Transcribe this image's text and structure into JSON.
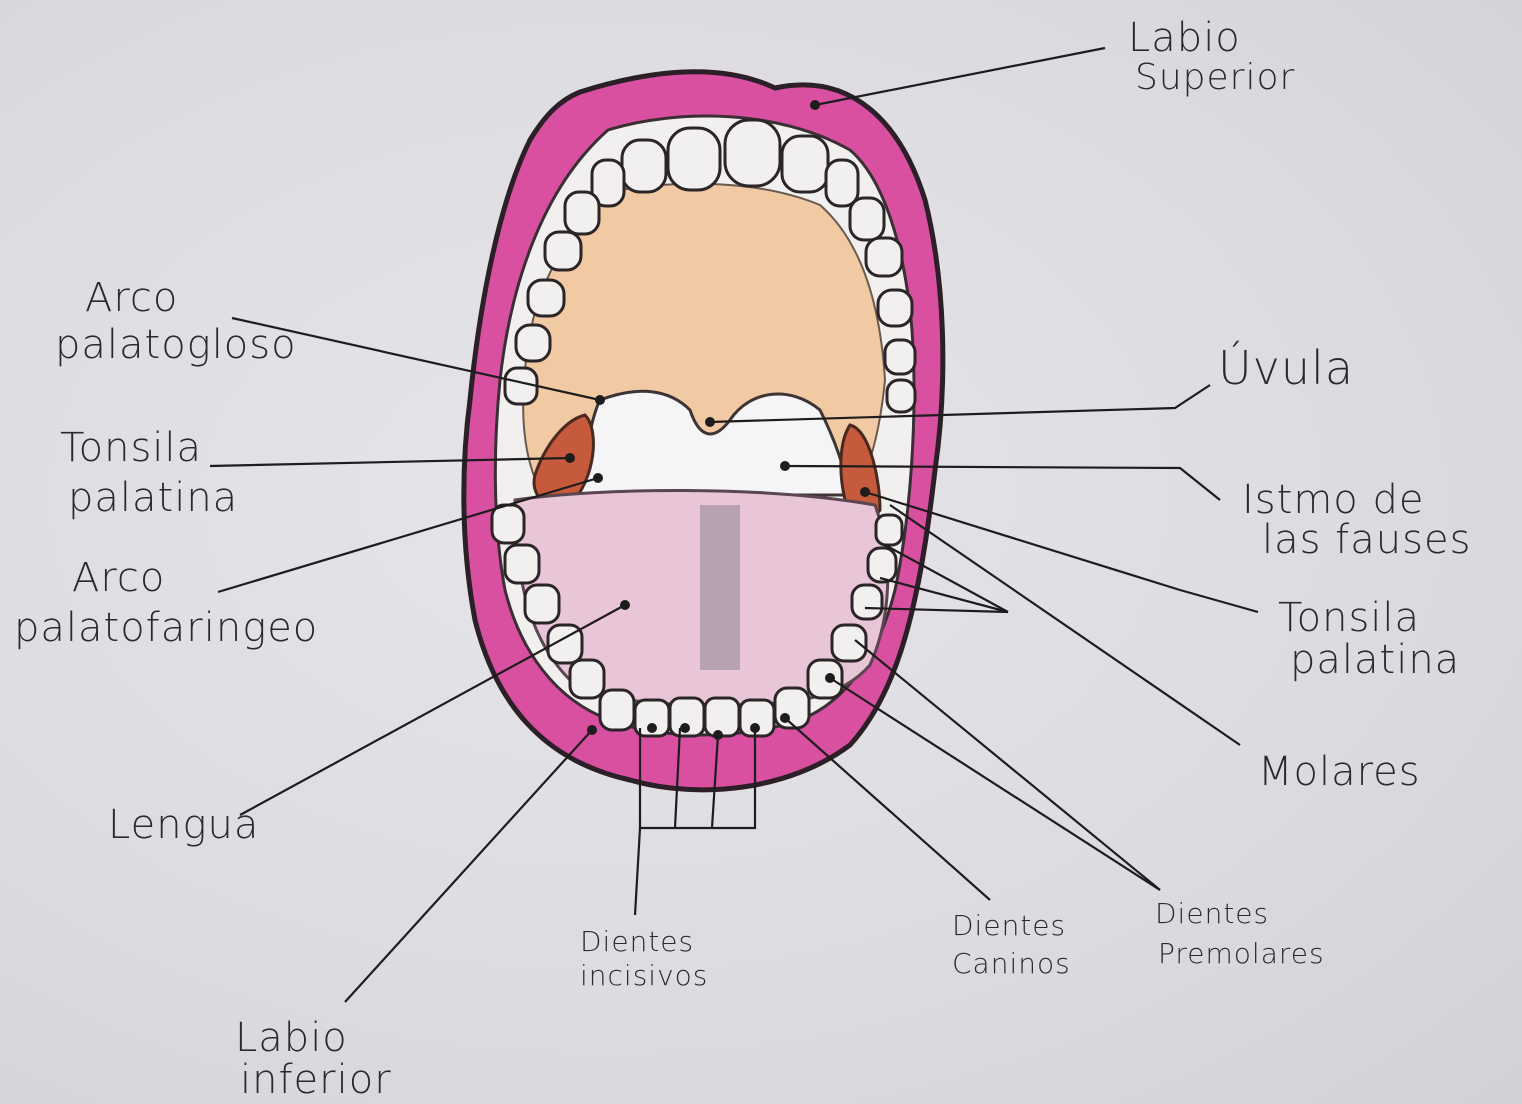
{
  "labels": {
    "labio_superior": [
      "Labio",
      "Superior"
    ],
    "arco_palatogloso": [
      "Arco",
      "palatogloso"
    ],
    "uvula": "Úvula",
    "tonsila_palatina_left": [
      "Tonsila",
      "palatina"
    ],
    "istmo_de_las_fauses": [
      "Istmo de",
      "las fauses"
    ],
    "arco_palatofaringeo": [
      "Arco",
      "palatofaringeo"
    ],
    "tonsila_palatina_right": [
      "Tonsila",
      "palatina"
    ],
    "molares": "Molares",
    "lengua": "Lengua",
    "dientes_incisivos": [
      "Dientes",
      "incisivos"
    ],
    "dientes_caninos": [
      "Dientes",
      "Caninos"
    ],
    "dientes_premolares": [
      "Dientes",
      "Premolares"
    ],
    "labio_inferior": [
      "Labio",
      "inferior"
    ]
  },
  "colors": {
    "paper": "#dcdbdf",
    "lip": "#d8509f",
    "palate": "#f1c9a2",
    "tongue": "#e8c6d8",
    "tonsil": "#c65a3c",
    "ink": "#2a2a2e",
    "tooth": "#f2f0ef"
  }
}
